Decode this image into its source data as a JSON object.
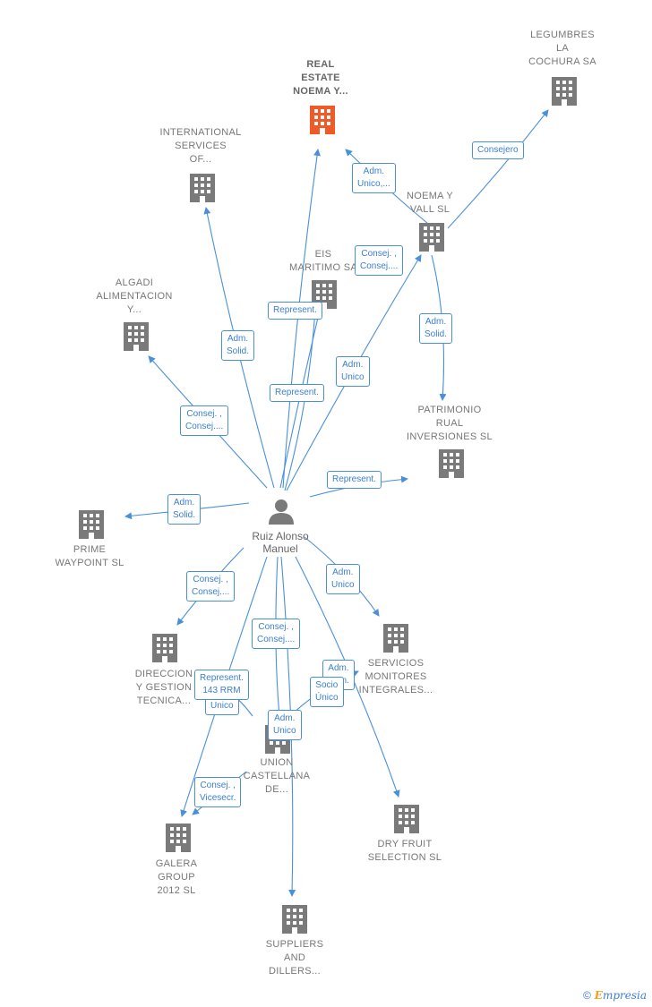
{
  "colors": {
    "edge": "#4a90d9",
    "building": "#7a7a7a",
    "building_main": "#f05a28",
    "person": "#7a7a7a"
  },
  "person": {
    "label": "Ruiz Alonso\nManuel"
  },
  "nodes": [
    {
      "id": "real-estate",
      "label": "REAL\nESTATE\nNOEMA Y...",
      "main": true
    },
    {
      "id": "legumbres",
      "label": "LEGUMBRES\nLA\nCOCHURA SA"
    },
    {
      "id": "international",
      "label": "INTERNATIONAL\nSERVICES\nOF..."
    },
    {
      "id": "noema-vall",
      "label": "NOEMA Y\nVALL SL"
    },
    {
      "id": "eis-maritimo",
      "label": "EIS\nMARITIMO SA"
    },
    {
      "id": "algadi",
      "label": "ALGADI\nALIMENTACION\nY..."
    },
    {
      "id": "patrimonio",
      "label": "PATRIMONIO\nRUAL\nINVERSIONES SL"
    },
    {
      "id": "prime",
      "label": "PRIME\nWAYPOINT SL"
    },
    {
      "id": "direccion",
      "label": "DIRECCION\nY GESTION\nTECNICA..."
    },
    {
      "id": "servicios",
      "label": "SERVICIOS\nMONITORES\nINTEGRALES..."
    },
    {
      "id": "union",
      "label": "UNION\nCASTELLANA\nDE..."
    },
    {
      "id": "dry-fruit",
      "label": "DRY FRUIT\nSELECTION SL"
    },
    {
      "id": "galera",
      "label": "GALERA\nGROUP\n2012 SL"
    },
    {
      "id": "suppliers",
      "label": "SUPPLIERS\nAND\nDILLERS..."
    }
  ],
  "edge_labels": [
    {
      "id": "consejero",
      "text": "Consejero"
    },
    {
      "id": "adm-unico-real",
      "text": "Adm.\nUnico,..."
    },
    {
      "id": "consej-noema",
      "text": "Consej. ,\nConsej...."
    },
    {
      "id": "represent-eis-1",
      "text": "Represent."
    },
    {
      "id": "adm-solid-intl",
      "text": "Adm.\nSolid."
    },
    {
      "id": "adm-solid-patrimonio",
      "text": "Adm.\nSolid."
    },
    {
      "id": "adm-unico-noema",
      "text": "Adm.\nUnico"
    },
    {
      "id": "represent-eis-2",
      "text": "Represent."
    },
    {
      "id": "consej-algadi",
      "text": "Consej. ,\nConsej...."
    },
    {
      "id": "represent-patrimonio",
      "text": "Represent."
    },
    {
      "id": "adm-solid-prime",
      "text": "Adm.\nSolid."
    },
    {
      "id": "adm-unico-servicios",
      "text": "Adm.\nUnico"
    },
    {
      "id": "consej-direccion",
      "text": "Consej. ,\nConsej...."
    },
    {
      "id": "consej-union",
      "text": "Consej. ,\nConsej...."
    },
    {
      "id": "adm-unico-dry",
      "text": "Adm.\nUnico"
    },
    {
      "id": "adm-com-servicios",
      "text": "Adm.\nCom."
    },
    {
      "id": "represent-143",
      "text": "Represent.\n143 RRM"
    },
    {
      "id": "socio-unico",
      "text": "Socio\nÚnico"
    },
    {
      "id": "adm-unico-union",
      "text": "Adm.\nUnico"
    },
    {
      "id": "consej-galera",
      "text": "Consej. ,\nVicesecr."
    }
  ],
  "footer": {
    "copyright": "©",
    "brand_first": "E",
    "brand_rest": "mpresia"
  }
}
